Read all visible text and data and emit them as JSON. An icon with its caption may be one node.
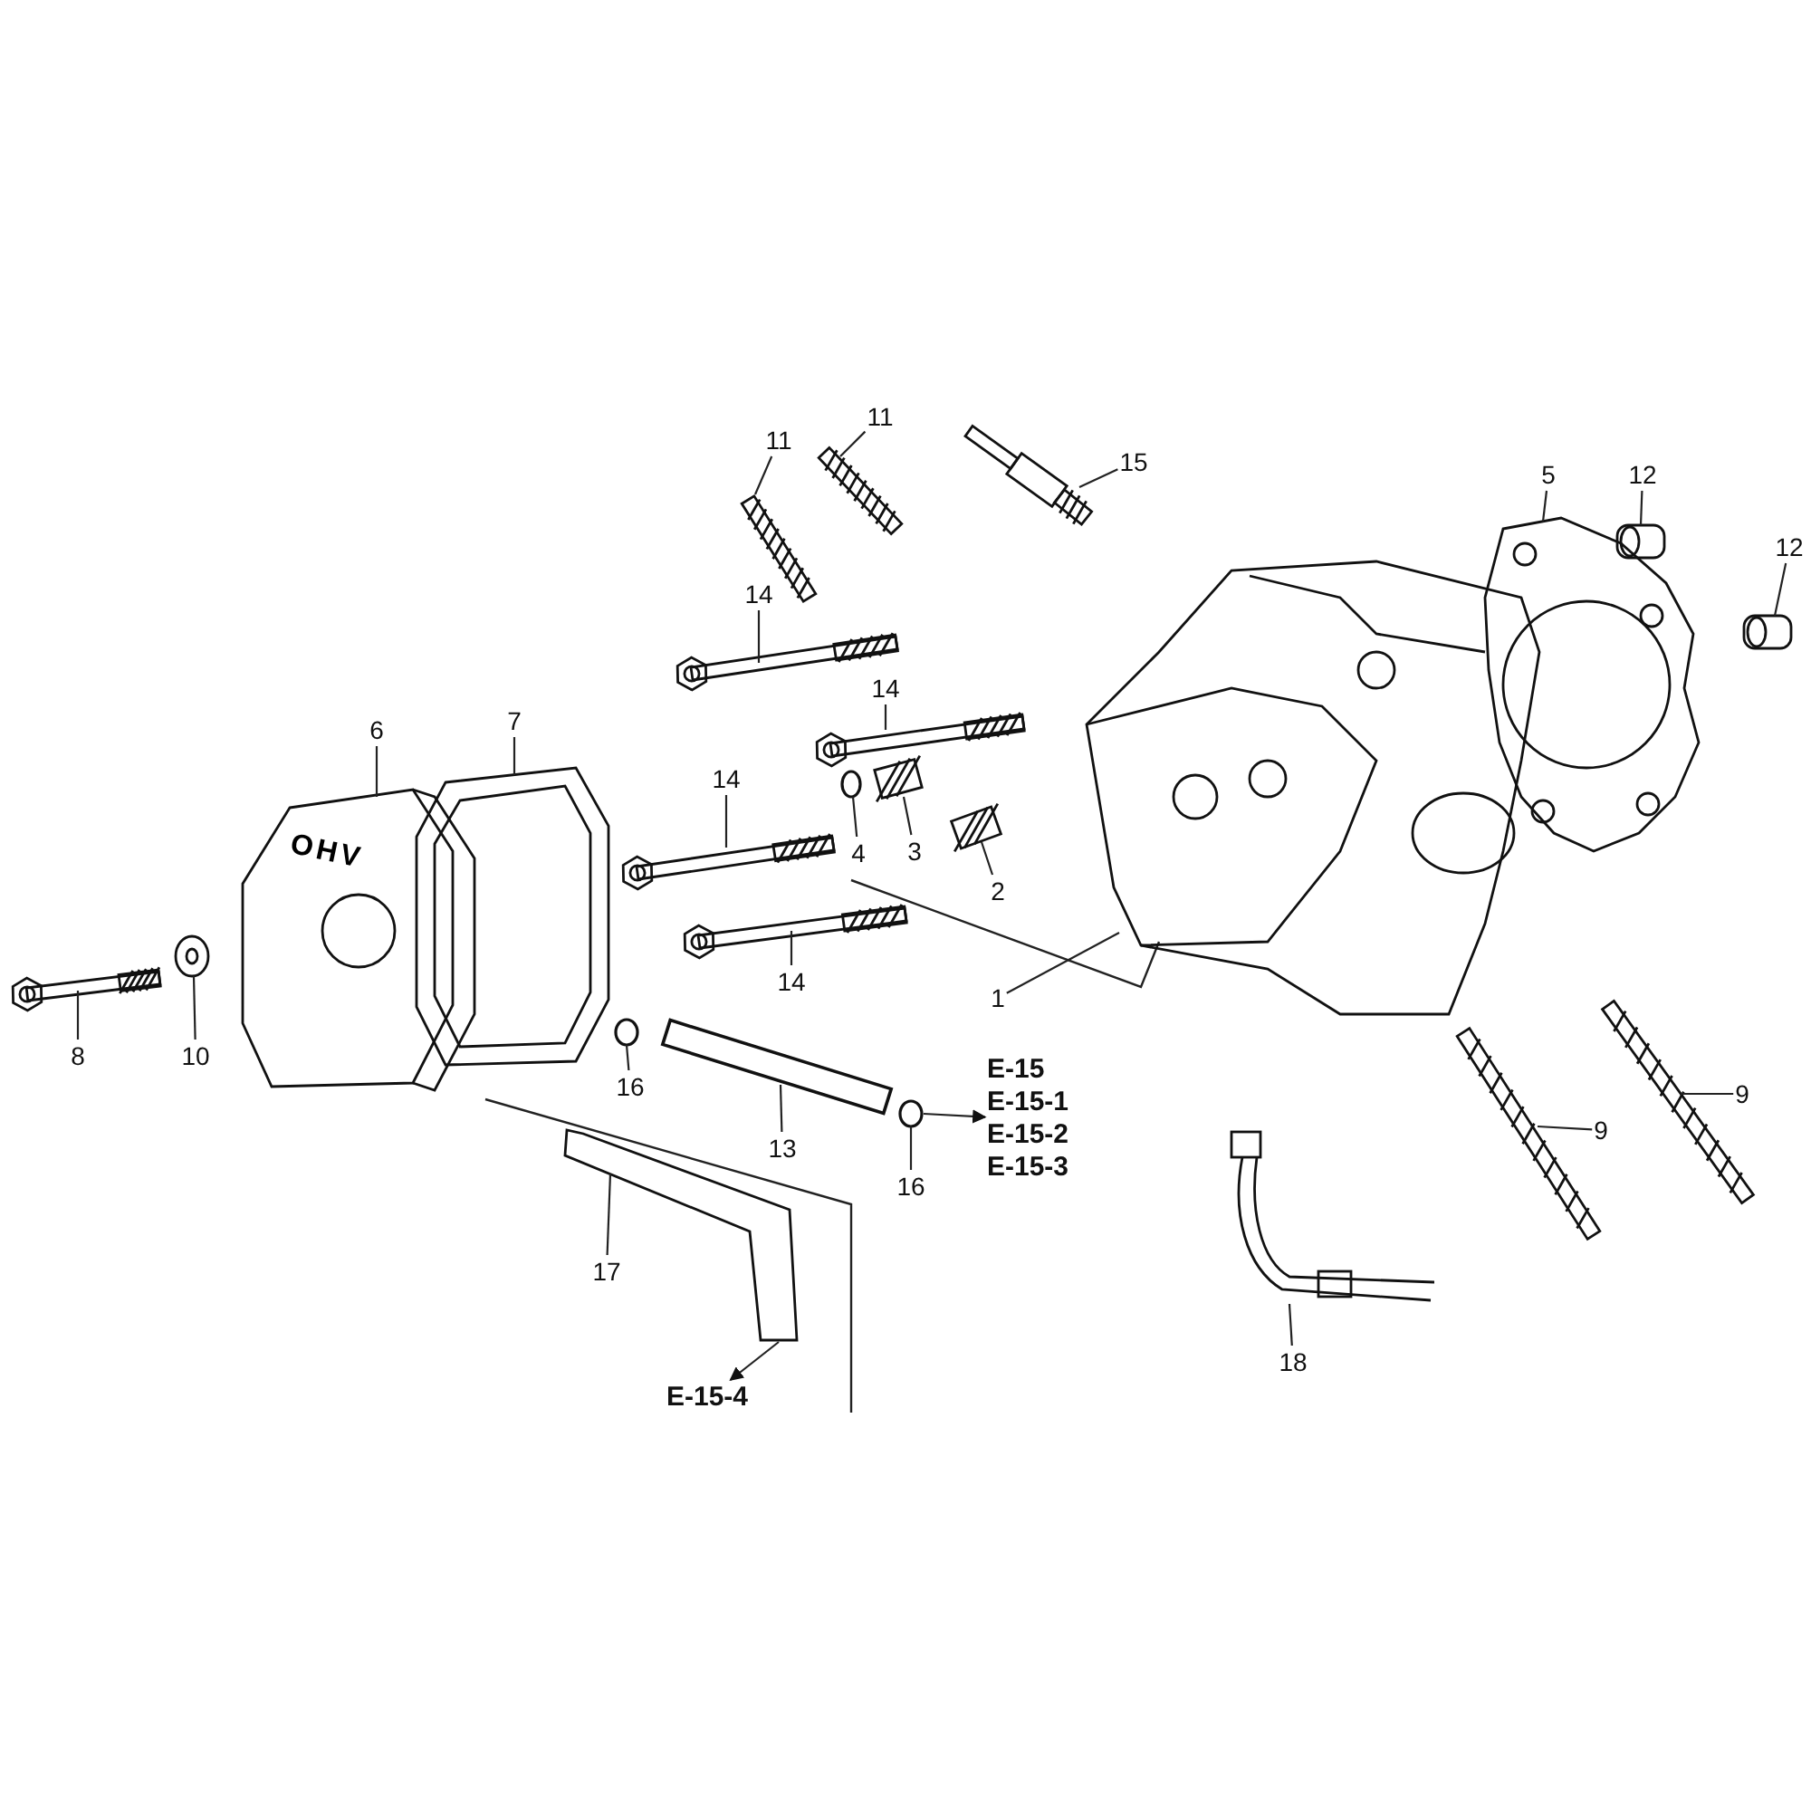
{
  "diagram": {
    "nodes": [
      {
        "text": [
          "11"
        ]
      },
      {
        "text": [
          "11"
        ]
      },
      {
        "text": [
          "15"
        ]
      },
      {
        "text": [
          "5"
        ]
      },
      {
        "text": [
          "12"
        ]
      },
      {
        "text": [
          "12"
        ]
      },
      {
        "text": [
          "14"
        ]
      },
      {
        "text": [
          "14"
        ]
      },
      {
        "text": [
          "14"
        ]
      },
      {
        "text": [
          "14"
        ]
      },
      {
        "text": [
          "6"
        ]
      },
      {
        "text": [
          "7"
        ]
      },
      {
        "text": [
          "4"
        ]
      },
      {
        "text": [
          "3"
        ]
      },
      {
        "text": [
          "2"
        ]
      },
      {
        "text": [
          "1"
        ]
      },
      {
        "text": [
          "8"
        ]
      },
      {
        "text": [
          "10"
        ]
      },
      {
        "text": [
          "16"
        ]
      },
      {
        "text": [
          "16"
        ]
      },
      {
        "text": [
          "13"
        ]
      },
      {
        "text": [
          "17"
        ]
      },
      {
        "text": [
          "9"
        ]
      },
      {
        "text": [
          "9"
        ]
      },
      {
        "text": [
          "18"
        ]
      },
      {
        "text": [
          "E-15",
          "E-15-1",
          "E-15-2",
          "E-15-3"
        ]
      },
      {
        "text": [
          "E-15-4"
        ]
      },
      {
        "text": [],
        "shape": "picture"
      },
      {
        "text": [],
        "shape": "picture"
      },
      {
        "text": [],
        "shape": "picture"
      },
      {
        "text": [],
        "shape": "picture"
      },
      {
        "text": [],
        "shape": "picture"
      },
      {
        "text": [],
        "shape": "picture"
      },
      {
        "text": [],
        "shape": "picture"
      },
      {
        "text": [],
        "shape": "picture"
      },
      {
        "text": [],
        "shape": "picture"
      },
      {
        "text": [],
        "shape": "picture"
      },
      {
        "text": [],
        "shape": "picture"
      },
      {
        "text": [],
        "shape": "picture"
      },
      {
        "text": [],
        "shape": "circle"
      },
      {
        "text": [],
        "shape": "picture"
      },
      {
        "text": [],
        "shape": "picture"
      },
      {
        "text": [],
        "shape": "picture"
      },
      {
        "text": [],
        "shape": "picture"
      },
      {
        "text": [],
        "shape": "picture"
      },
      {
        "text": [],
        "shape": "circle"
      },
      {
        "text": [],
        "shape": "circle"
      },
      {
        "text": [],
        "shape": "bar"
      },
      {
        "text": [],
        "shape": "picture"
      },
      {
        "text": [],
        "shape": "picture"
      },
      {
        "text": [],
        "shape": "picture"
      },
      {
        "text": [],
        "shape": "picture"
      }
    ],
    "edges": [
      {
        "from": 0,
        "to": 27,
        "arrow": "none"
      },
      {
        "from": 1,
        "to": 28,
        "arrow": "none"
      },
      {
        "from": 2,
        "to": 29,
        "arrow": "none"
      },
      {
        "from": 3,
        "to": 30,
        "arrow": "none"
      },
      {
        "from": 4,
        "to": 31,
        "arrow": "none"
      },
      {
        "from": 5,
        "to": 32,
        "arrow": "none"
      },
      {
        "from": 6,
        "to": 33,
        "arrow": "none"
      },
      {
        "from": 7,
        "to": 34,
        "arrow": "none"
      },
      {
        "from": 8,
        "to": 35,
        "arrow": "none"
      },
      {
        "from": 9,
        "to": 36,
        "arrow": "none"
      },
      {
        "from": 10,
        "to": 37,
        "arrow": "none"
      },
      {
        "from": 11,
        "to": 38,
        "arrow": "none"
      },
      {
        "from": 12,
        "to": 39,
        "arrow": "none"
      },
      {
        "from": 13,
        "to": 40,
        "arrow": "none"
      },
      {
        "from": 14,
        "to": 41,
        "arrow": "none"
      },
      {
        "from": 15,
        "to": 42,
        "arrow": "none"
      },
      {
        "from": 16,
        "to": 43,
        "arrow": "none"
      },
      {
        "from": 17,
        "to": 44,
        "arrow": "none"
      },
      {
        "from": 18,
        "to": 45,
        "arrow": "none"
      },
      {
        "from": 19,
        "to": 46,
        "arrow": "none"
      },
      {
        "from": 20,
        "to": 47,
        "arrow": "none"
      },
      {
        "from": 21,
        "to": 48,
        "arrow": "none"
      },
      {
        "from": 22,
        "to": 49,
        "arrow": "none"
      },
      {
        "from": 23,
        "to": 50,
        "arrow": "none"
      },
      {
        "from": 24,
        "to": 51,
        "arrow": "none"
      },
      {
        "from": 46,
        "to": 25,
        "arrow": "to"
      },
      {
        "from": 48,
        "to": 26,
        "arrow": "to"
      }
    ],
    "labels": [
      "OHV"
    ]
  }
}
